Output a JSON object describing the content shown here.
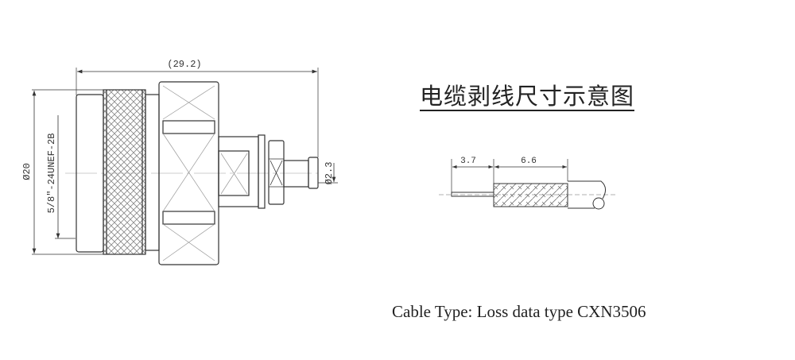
{
  "title": "电缆剥线尺寸示意图",
  "caption": "Cable Type: Loss data type CXN3506",
  "connector_drawing": {
    "overall_length": "(29.2)",
    "diameter": "Ø20",
    "thread": "5/8\"-24UNEF-2B",
    "pin_diameter": "Ø2.3"
  },
  "strip_drawing": {
    "center_strip": "3.7",
    "braid_strip": "6.6"
  }
}
